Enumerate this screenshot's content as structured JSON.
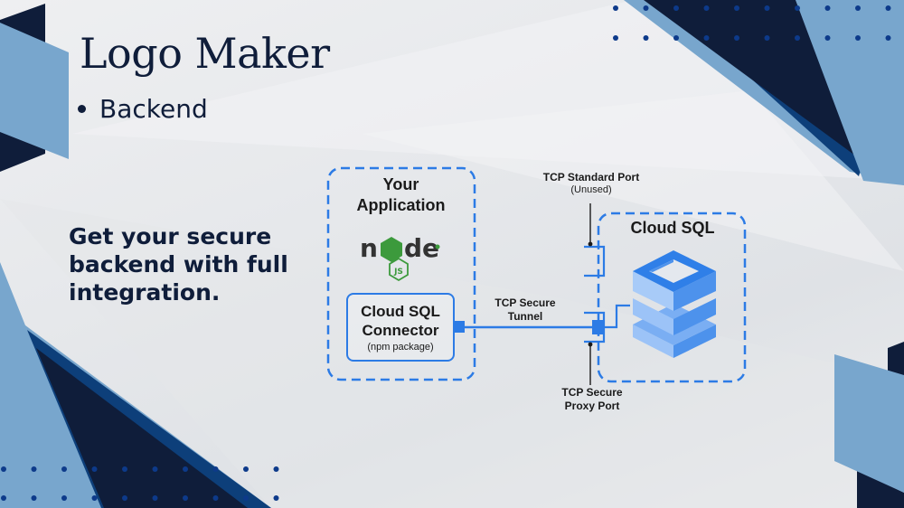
{
  "slide": {
    "title": "Logo Maker",
    "bullet": "Backend",
    "tagline": "Get your secure backend with full integration."
  },
  "diagram": {
    "application": {
      "title_line1": "Your",
      "title_line2": "Application",
      "logo": "nodejs-logo"
    },
    "connector": {
      "title_line1": "Cloud SQL",
      "title_line2": "Connector",
      "subtitle": "(npm package)"
    },
    "labels": {
      "standard_port": "TCP Standard Port",
      "standard_port_note": "(Unused)",
      "tunnel_line1": "TCP Secure",
      "tunnel_line2": "Tunnel",
      "proxy_line1": "TCP Secure",
      "proxy_line2": "Proxy Port"
    },
    "cloud_sql": {
      "title": "Cloud SQL",
      "icon": "database-stack-icon"
    }
  },
  "colors": {
    "navy": "#0f1d3a",
    "light_blue": "#78a6cd",
    "accent_blue": "#2c7be5",
    "dot_blue": "#0d3a8a",
    "node_green": "#3c9a3c"
  }
}
